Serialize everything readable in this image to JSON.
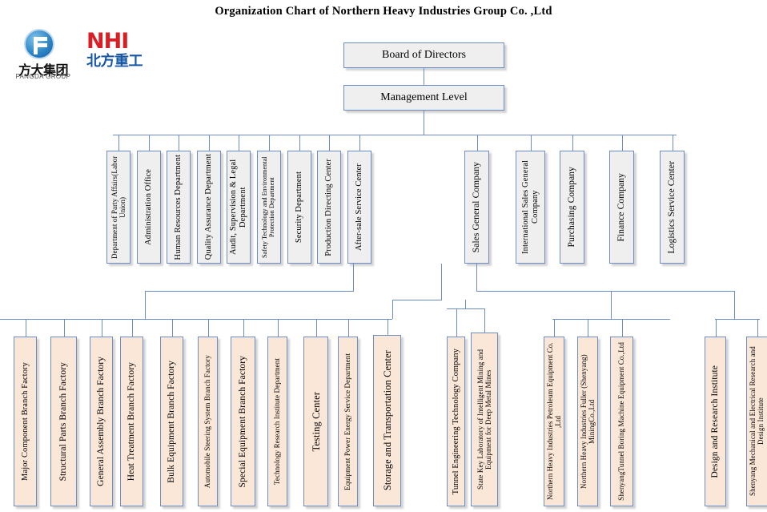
{
  "title": "Organization Chart of Northern Heavy Industries  Group Co. ,Ltd",
  "logos": {
    "fangda": {
      "cn": "方大集团",
      "en": "FANGDA GROUP"
    },
    "nhi": {
      "en": "NHI",
      "cn": "北方重工"
    }
  },
  "top": {
    "board": "Board of Directors",
    "management": "Management Level"
  },
  "row2_left": [
    {
      "label": "Department of Party Affairs(Labor Union)",
      "size": "fs9"
    },
    {
      "label": "Administration Office",
      "size": "fs11"
    },
    {
      "label": "Human Resources Department",
      "size": "fs11"
    },
    {
      "label": "Quality Assurance Department",
      "size": "fs11"
    },
    {
      "label": "Audit, Supervision & Legal Department",
      "size": "fs11"
    },
    {
      "label": "Safety Technology and Environmental Protection Department",
      "size": "fs8"
    },
    {
      "label": "Security Department",
      "size": "fs11"
    },
    {
      "label": "Production Directing Center",
      "size": "fs11"
    },
    {
      "label": "After-sale Service Center",
      "size": "fs11"
    }
  ],
  "row2_right": [
    {
      "label": "Sales General Company",
      "size": "fs12"
    },
    {
      "label": "International Sales General Company",
      "size": "fs11"
    },
    {
      "label": "Purchasing Company",
      "size": "fs12"
    },
    {
      "label": "Finance Company",
      "size": "fs12"
    },
    {
      "label": "Logistics Service Center",
      "size": "fs12"
    }
  ],
  "row3_production": [
    {
      "label": "Major Component Branch Factory",
      "size": "fs11"
    },
    {
      "label": "Structural Parts Branch Factory",
      "size": "fs12"
    },
    {
      "label": "General Assembly Branch Factory",
      "size": "fs12"
    },
    {
      "label": "Heat Treatment Branch Factory",
      "size": "fs12"
    },
    {
      "label": "Bulk Equipment Branch Factory",
      "size": "fs12"
    },
    {
      "label": "Automobile Steering System Branch Factory",
      "size": "fs9"
    },
    {
      "label": "Special Equipment Branch Factory",
      "size": "fs12"
    },
    {
      "label": "Technology Research Institute Department",
      "size": "fs9"
    },
    {
      "label": "Testing Center",
      "size": "fs13"
    },
    {
      "label": "Equipment Power Energy Service Department",
      "size": "fs9"
    },
    {
      "label": "Storage and Transportation Center",
      "size": "fs13"
    }
  ],
  "row3_sales": [
    {
      "label": "Tunnel Engineering Technology Company",
      "size": "fs11"
    },
    {
      "label": "State Key Laboratory of Intelligent Mining and Equipment for Deep Metal Mines",
      "size": "fs9"
    }
  ],
  "row3_subsidiaries": [
    {
      "label": "Northern Heavy Industries Petroleum Equipment Co. ,Ltd",
      "size": "fs9"
    },
    {
      "label": "Northern Heavy Industries Fuller (Shenyang) MiningCo.,Ltd",
      "size": "fs9"
    },
    {
      "label": "ShenyangTunnel Boring Machine Equipment Co.,Ltd",
      "size": "fs9"
    }
  ],
  "row3_research": [
    {
      "label": "Design and Research Institute",
      "size": "fs12"
    },
    {
      "label": "Shenyang Mechanical and Electrical Research and Design Institute",
      "size": "fs9"
    }
  ],
  "colors": {
    "line": "#6c8ec2",
    "box_border": "#6c8ec2",
    "box_fill": "#efefef",
    "box_fill_peach": "#fbe7d8",
    "nhi_red": "#d81f26",
    "nhi_blue": "#1857a4"
  }
}
